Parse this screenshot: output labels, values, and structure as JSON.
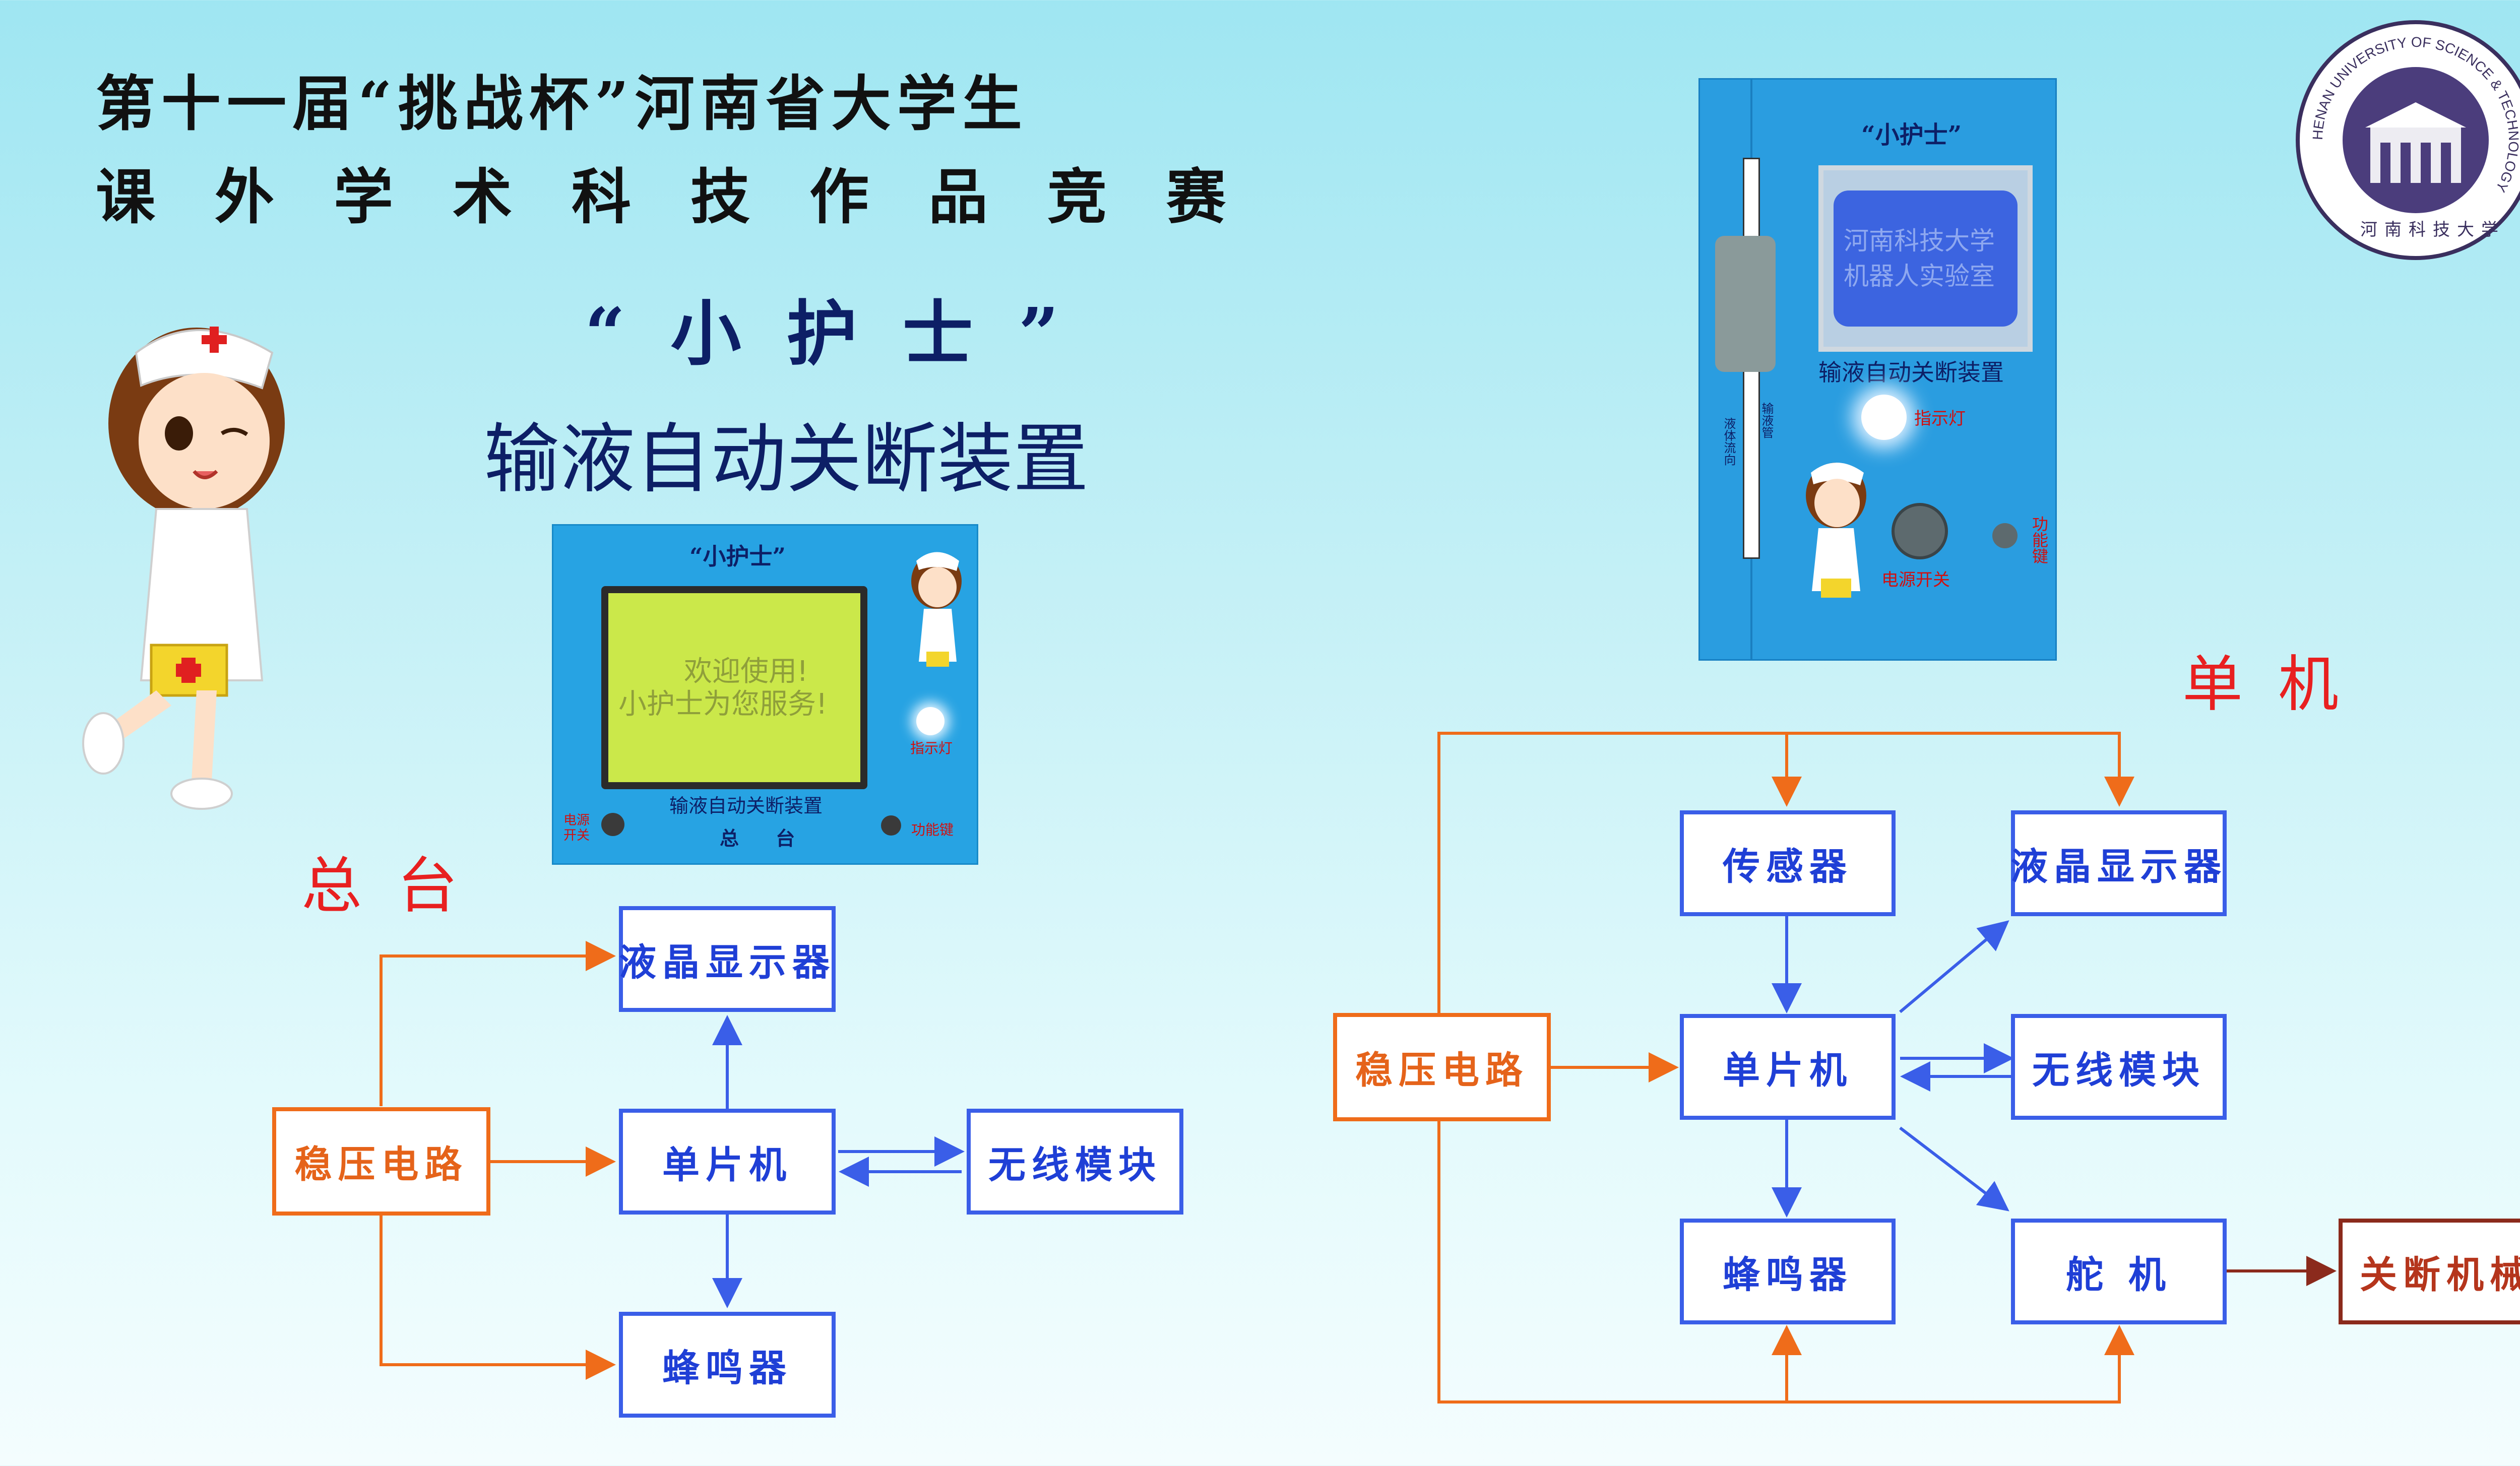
{
  "title": {
    "line1": "第十一届“挑战杯”河南省大学生",
    "line2": "课外学术科技作品竞赛"
  },
  "product": {
    "name": "“小护士”",
    "description": "输液自动关断装置"
  },
  "logo": {
    "ring_text": "HENAN UNIVERSITY OF SCIENCE & TECHNOLOGY",
    "cn_text": "河南科技大学"
  },
  "device_console": {
    "brand": "“小护士”",
    "lcd_line1": "欢迎使用!",
    "lcd_line2": "小护士为您服务!",
    "indicator_label": "指示灯",
    "device_name": "输液自动关断装置",
    "console_label": "总 台",
    "power_switch": "电源\n开关",
    "function_key": "功能键"
  },
  "device_unit": {
    "brand": "“小护士”",
    "lcd_line1": "河南科技大学",
    "lcd_line2": "机器人实验室",
    "device_name": "输液自动关断装置",
    "indicator_label": "指示灯",
    "power_switch": "电源开关",
    "function_key": "功能键",
    "tube_label": "输液管",
    "flow_label": "液体流向"
  },
  "sections": {
    "console": "总台",
    "unit": "单机"
  },
  "diagram_console": {
    "regulator": "稳压电路",
    "mcu": "单片机",
    "lcd": "液晶显示器",
    "wireless": "无线模块",
    "buzzer": "蜂鸣器"
  },
  "diagram_unit": {
    "regulator": "稳压电路",
    "sensor": "传感器",
    "lcd": "液晶显示器",
    "mcu": "单片机",
    "wireless": "无线模块",
    "buzzer": "蜂鸣器",
    "servo": "舵 机",
    "shutoff": "关断机械"
  },
  "colors": {
    "blue_line": "#3a5ee8",
    "orange_line": "#ef6c1a",
    "brown_line": "#8b2a1c",
    "title": "#111111",
    "product_text": "#0d1f66",
    "section_label": "#e82020"
  }
}
